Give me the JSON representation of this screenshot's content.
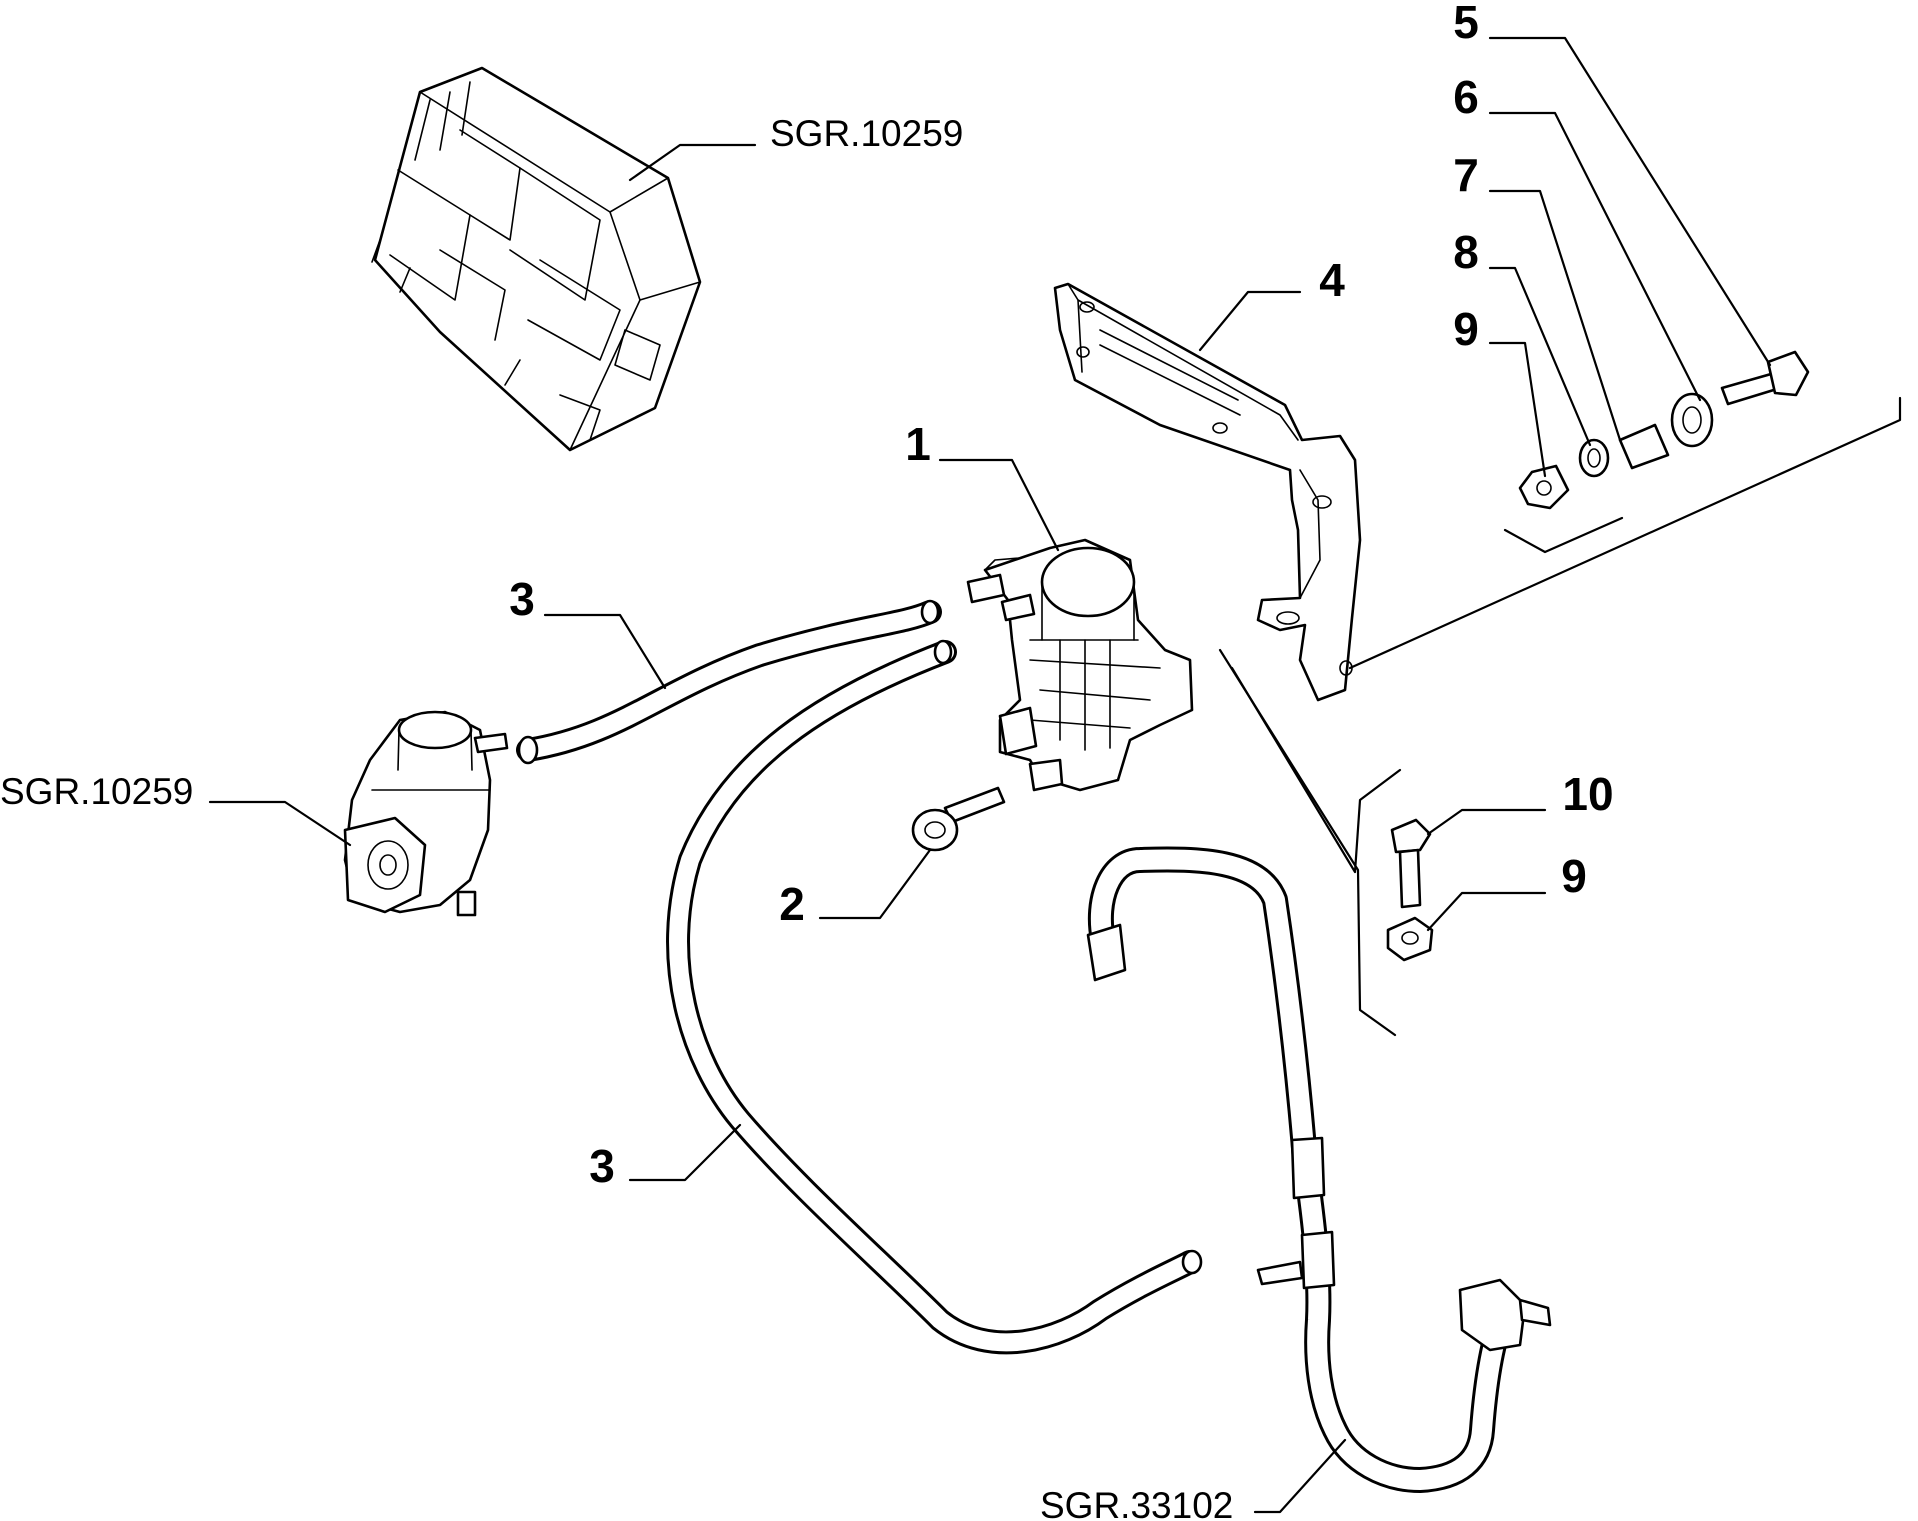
{
  "labels": {
    "item_1": "1",
    "item_2": "2",
    "item_3_upper": "3",
    "item_3_lower": "3",
    "item_4": "4",
    "item_5": "5",
    "item_6": "6",
    "item_7": "7",
    "item_8": "8",
    "item_9_upper": "9",
    "item_10": "10",
    "item_9_lower": "9",
    "ref_ecu": "SGR.10259",
    "ref_valve": "SGR.10259",
    "ref_fuel_line": "SGR.33102"
  }
}
